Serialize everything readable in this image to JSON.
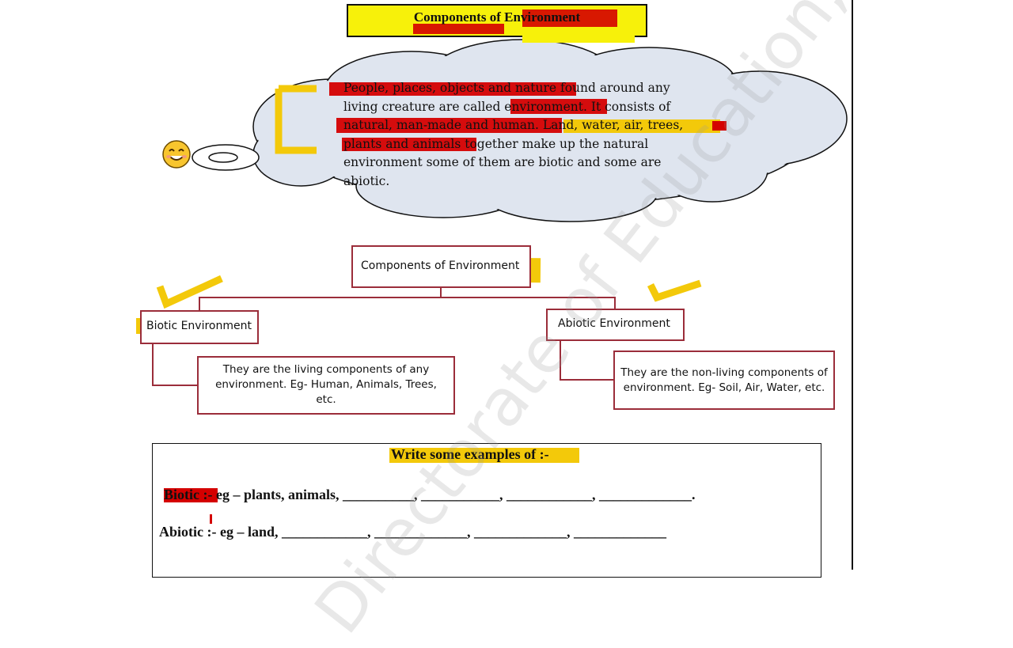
{
  "title": {
    "prefix": "Components of ",
    "highlight": "Environment"
  },
  "cloud": {
    "line1": "People, places, objects and nature found around any",
    "line2": "living creature are called environment. It consists of",
    "line3": "natural, man-made and human. Land, water, air, trees,",
    "line4": "plants and animals together make up the natural",
    "line5": "environment some of them are biotic and some are",
    "line6": "abiotic."
  },
  "diagram": {
    "root": "Components of Environment",
    "biotic": "Biotic Environment",
    "abiotic": "Abiotic Environment",
    "biotic_desc": {
      "line1": "They are the living components of any",
      "line2": "environment. Eg- Human, Animals, Trees,",
      "line3": "etc."
    },
    "abiotic_desc": {
      "line1": "They are the non-living components of",
      "line2": "environment. Eg- Soil, Air, Water, etc."
    }
  },
  "worksheet": {
    "heading": "Write some examples of :-",
    "biotic_line": "Biotic :- eg – plants, animals, __________, ___________, ____________, _____________.",
    "abiotic_line": "Abiotic :- eg – land, ____________, _____________, _____________, _____________"
  },
  "watermark": "Directorate of Education, GNCT of Delhi",
  "colors": {
    "highlight_yellow": "#f3c90a",
    "highlight_red": "#d40000",
    "box_border": "#9b2d3a",
    "cloud_fill": "#dfe5ef",
    "title_fill": "#f7f10a"
  }
}
